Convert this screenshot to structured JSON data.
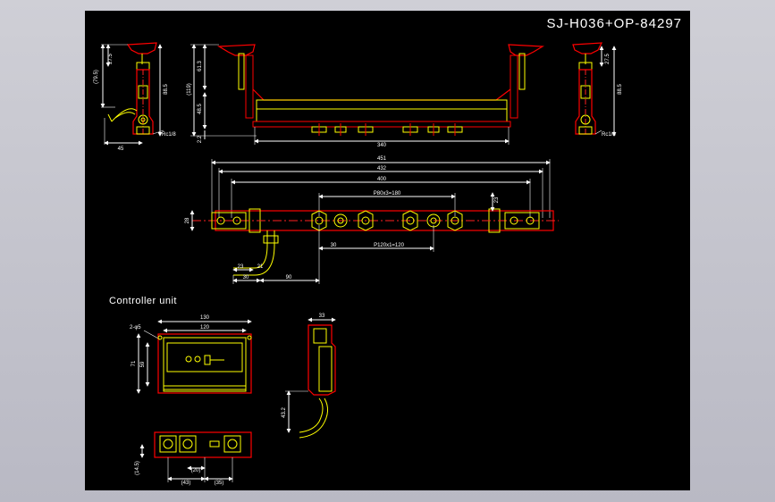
{
  "drawing": {
    "title": "SJ-H036+OP-84297",
    "section_label": "Controller unit"
  },
  "dims": {
    "side_left": {
      "h1": "27.5",
      "h2": "(79.5)",
      "h3": "88.5",
      "w": "45",
      "thread": "Rc1/8"
    },
    "front": {
      "h_top": "61.3",
      "h_total": "(119)",
      "h_mid": "48.5",
      "h_bot": "2.2",
      "w": "340"
    },
    "side_right": {
      "h1": "27.5",
      "h2": "88.5",
      "thread": "Rc1/8"
    },
    "plan": {
      "w1": "451",
      "w2": "432",
      "w3": "400",
      "pitch_top": "P80x3=180",
      "pitch_bot": "P120x1=120",
      "h_left": "28",
      "h_right": "23",
      "d30a": "30",
      "d23": "23",
      "d21": "21",
      "d30b": "30",
      "d90": "90"
    },
    "controller": {
      "w_outer": "130",
      "w_inner": "120",
      "holes": "2-φ5",
      "h1": "71",
      "h2": "59",
      "depth": "33",
      "cable": "43.2",
      "b1": "(14.5)",
      "b2": "(20)",
      "b3": "(43)",
      "b4": "(35)"
    }
  },
  "colors": {
    "background": "#000000",
    "outline_red": "#ff0000",
    "detail_yellow": "#ffff00",
    "dimension_white": "#ffffff",
    "center_red": "#ff2020"
  }
}
